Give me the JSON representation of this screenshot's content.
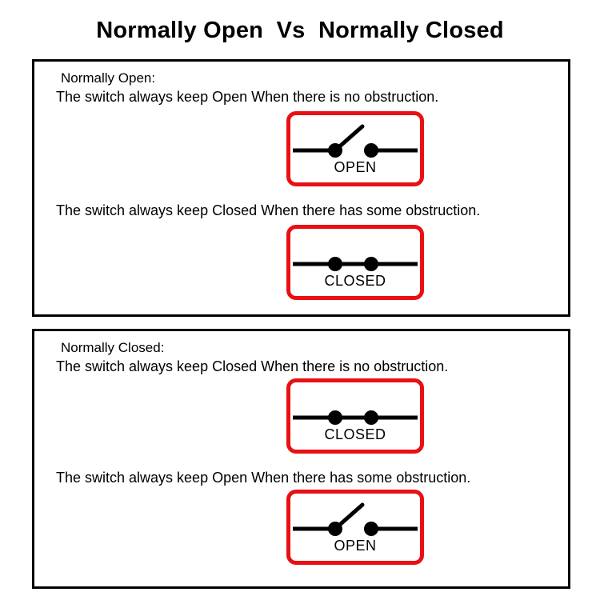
{
  "title": "Normally Open  Vs  Normally Closed",
  "colors": {
    "symbol_border_red": "#e81014",
    "panel_border_black": "#000000",
    "text_black": "#000000",
    "background_white": "#ffffff"
  },
  "panels": [
    {
      "heading": "Normally Open:",
      "line1": "The switch always keep Open When there is no obstruction.",
      "symbol1_label": "OPEN",
      "symbol1_state": "open",
      "line2": "The switch always keep Closed When there has some obstruction.",
      "symbol2_label": "CLOSED",
      "symbol2_state": "closed"
    },
    {
      "heading": "Normally Closed:",
      "line1": "The switch always keep Closed When there is no obstruction.",
      "symbol1_label": "CLOSED",
      "symbol1_state": "closed",
      "line2": "The switch always keep Open When there has some obstruction.",
      "symbol2_label": "OPEN",
      "symbol2_state": "open"
    }
  ]
}
